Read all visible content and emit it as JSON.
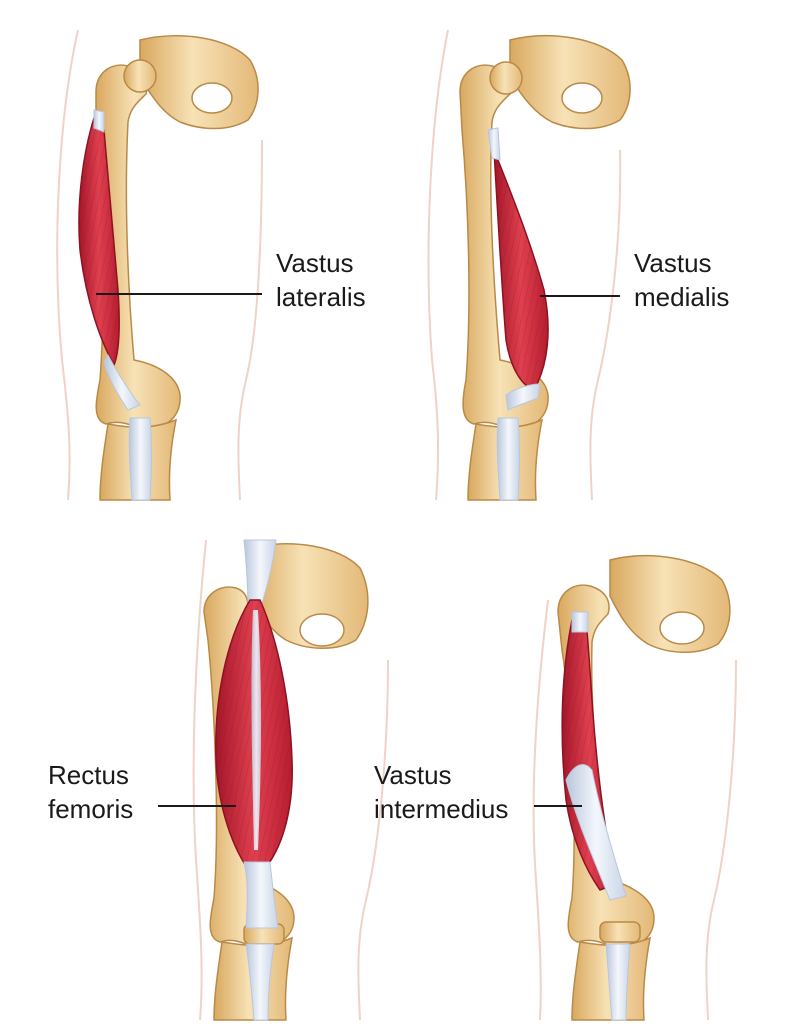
{
  "panels": [
    {
      "id": "vastus-lateralis",
      "label_lines": [
        "Vastus",
        "lateralis"
      ]
    },
    {
      "id": "vastus-medialis",
      "label_lines": [
        "Vastus",
        "medialis"
      ]
    },
    {
      "id": "rectus-femoris",
      "label_lines": [
        "Rectus",
        "femoris"
      ]
    },
    {
      "id": "vastus-intermedius",
      "label_lines": [
        "Vastus",
        "intermedius"
      ]
    }
  ],
  "colors": {
    "bone": "#f2d39a",
    "bone_shade": "#d9a85f",
    "bone_outline": "#b98a47",
    "muscle": "#d42a3c",
    "muscle_dark": "#a3172a",
    "muscle_light": "#ec6b74",
    "tendon": "#e6ecf6",
    "tendon_shade": "#b8c6dc",
    "skin_outline": "#f0d2c6",
    "leader_line": "#1a1a1a"
  }
}
